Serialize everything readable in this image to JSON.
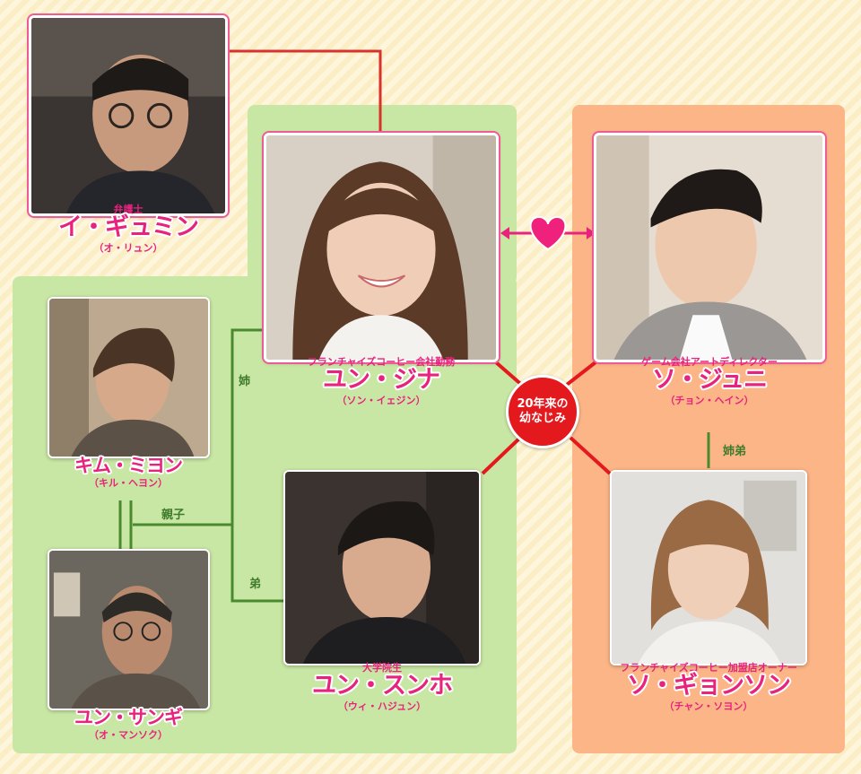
{
  "people": {
    "lee_gyumin": {
      "role": "弁護士",
      "name": "イ・ギュミン",
      "actor": "（オ・リュン）"
    },
    "yoon_jina": {
      "role": "フランチャイズコーヒー会社勤務",
      "name": "ユン・ジナ",
      "actor": "（ソン・イェジン）"
    },
    "seo_junhee": {
      "role": "ゲーム会社アートディレクター",
      "name": "ソ・ジュニ",
      "actor": "（チョン・ヘイン）"
    },
    "kim_miyeon": {
      "role": "",
      "name": "キム・ミヨン",
      "actor": "（キル・ヘヨン）"
    },
    "yoon_sangi": {
      "role": "",
      "name": "ユン・サンギ",
      "actor": "（オ・マンソク）"
    },
    "yoon_seunho": {
      "role": "大学院生",
      "name": "ユン・スンホ",
      "actor": "（ウィ・ハジュン）"
    },
    "seo_gyeonson": {
      "role": "フランチャイズコーヒー加盟店オーナー",
      "name": "ソ・ギョンソン",
      "actor": "（チャン・ソヨン）"
    }
  },
  "relations": {
    "ane": "姉",
    "oyako": "親子",
    "otouto": "弟",
    "shitei": "姉弟",
    "friends": "20年来の幼なじみ",
    "friends_line1": "20年来の",
    "friends_line2": "幼なじみ"
  },
  "colors": {
    "accent_pink": "#e8237d",
    "green_panel": "#c9e7a4",
    "orange_panel": "#fbb587",
    "line_red": "#d9312c",
    "line_green": "#4a8a2f"
  }
}
